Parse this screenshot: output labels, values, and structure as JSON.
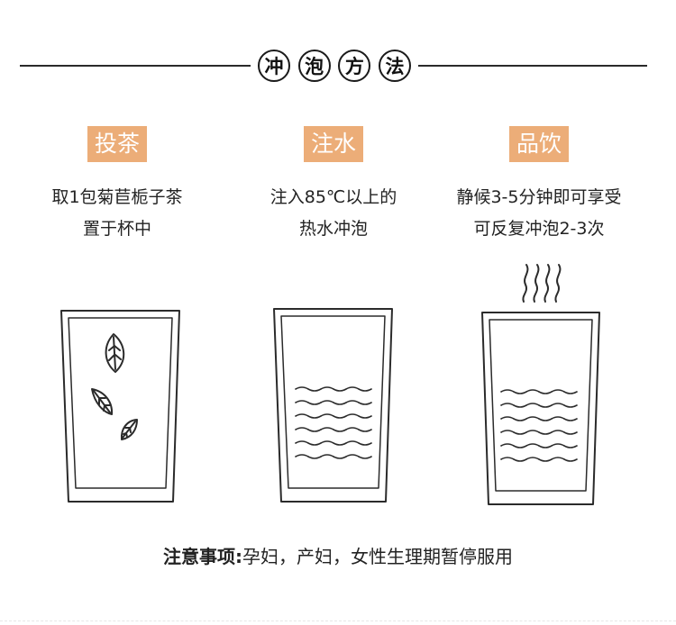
{
  "title": {
    "chars": [
      "冲",
      "泡",
      "方",
      "法"
    ]
  },
  "steps": [
    {
      "label": "投茶",
      "desc_line1": "取1包菊苣栀子茶",
      "desc_line2": "置于杯中"
    },
    {
      "label": "注水",
      "desc_line1": "注入85℃以上的",
      "desc_line2": "热水冲泡"
    },
    {
      "label": "品饮",
      "desc_line1": "静候3-5分钟即可享受",
      "desc_line2": "可反复冲泡2-3次"
    }
  ],
  "notice": {
    "label": "注意事项:",
    "text": "孕妇，产妇，女性生理期暂停服用"
  },
  "colors": {
    "accent": "#ecad78",
    "line": "#2a2a2a"
  },
  "icons": [
    "cup-with-leaves-icon",
    "cup-with-water-icon",
    "steaming-cup-icon"
  ]
}
